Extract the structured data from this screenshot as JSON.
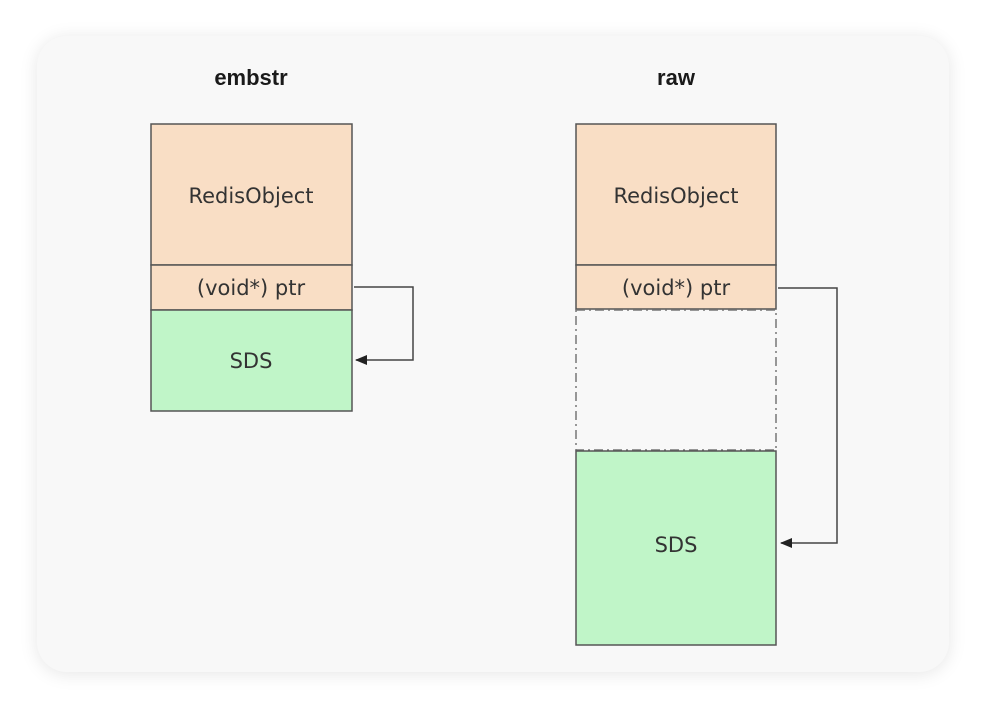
{
  "colors": {
    "object_fill": "#f9dec5",
    "sds_fill": "#c0f5c8",
    "border": "#555555"
  },
  "embstr": {
    "title": "embstr",
    "redis_object_label": "RedisObject",
    "ptr_label": "(void*) ptr",
    "sds_label": "SDS"
  },
  "raw": {
    "title": "raw",
    "redis_object_label": "RedisObject",
    "ptr_label": "(void*) ptr",
    "sds_label": "SDS"
  }
}
